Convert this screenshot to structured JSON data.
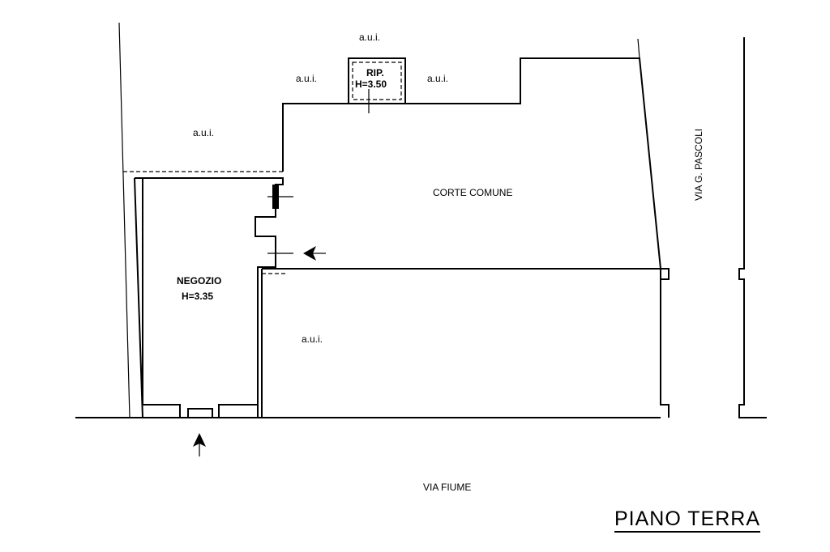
{
  "labels": {
    "aui": "a.u.i.",
    "rip_name": "RIP.",
    "rip_height": "H=3.50",
    "corte": "CORTE COMUNE",
    "negozio_name": "NEGOZIO",
    "negozio_height": "H=3.35",
    "via_pascoli": "VIA G. PASCOLI",
    "via_fiume": "VIA FIUME"
  },
  "title": "PIANO TERRA"
}
